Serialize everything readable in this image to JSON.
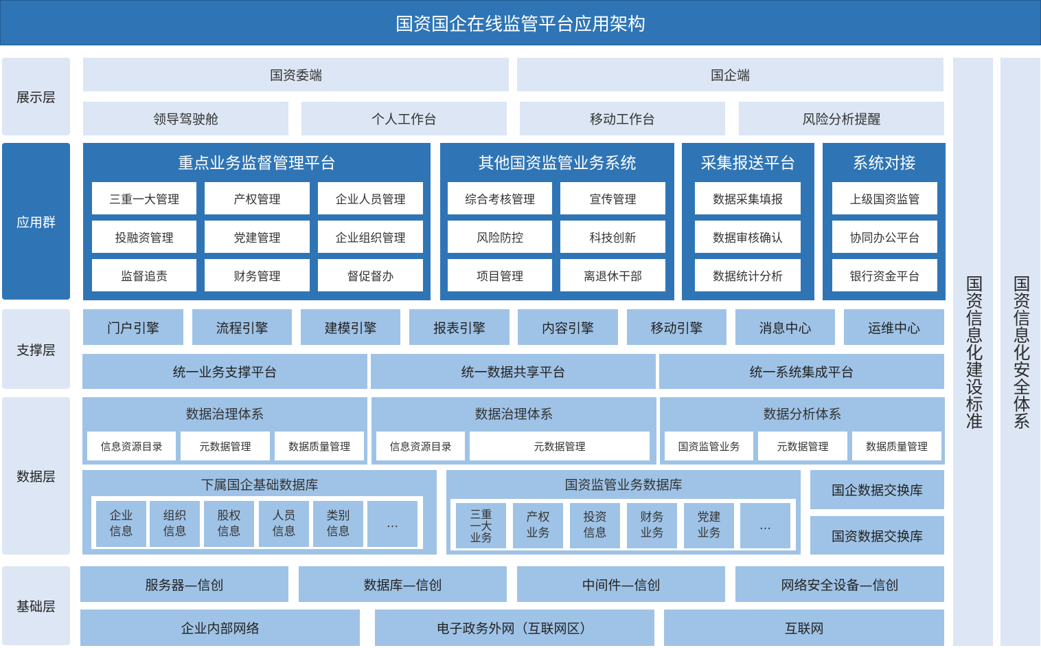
{
  "title": "国资国企在线监管平台应用架构",
  "layers": {
    "display": "展示层",
    "app": "应用群",
    "support": "支撑层",
    "data": "数据层",
    "base": "基础层"
  },
  "side": {
    "standard": "国资信息化建设标准",
    "security": "国资信息化安全体系"
  },
  "display": {
    "ends": [
      "国资委端",
      "国企端"
    ],
    "items": [
      "领导驾驶舱",
      "个人工作台",
      "移动工作台",
      "风险分析提醒"
    ]
  },
  "app": {
    "panels": [
      {
        "title": "重点业务监督管理平台",
        "items": [
          "三重一大管理",
          "产权管理",
          "企业人员管理",
          "投融资管理",
          "党建管理",
          "企业组织管理",
          "监督追责",
          "财务管理",
          "督促督办"
        ]
      },
      {
        "title": "其他国资监管业务系统",
        "items": [
          "综合考核管理",
          "宣传管理",
          "风险防控",
          "科技创新",
          "项目管理",
          "离退休干部"
        ]
      },
      {
        "title": "采集报送平台",
        "items": [
          "数据采集填报",
          "数据审核确认",
          "数据统计分析"
        ]
      },
      {
        "title": "系统对接",
        "items": [
          "上级国资监管",
          "协同办公平台",
          "银行资金平台"
        ]
      }
    ]
  },
  "support": {
    "engines": [
      "门户引擎",
      "流程引擎",
      "建模引擎",
      "报表引擎",
      "内容引擎",
      "移动引擎",
      "消息中心",
      "运维中心"
    ],
    "platforms": [
      "统一业务支撑平台",
      "统一数据共享平台",
      "统一系统集成平台"
    ]
  },
  "data": {
    "systems": [
      {
        "title": "数据治理体系",
        "items": [
          "信息资源目录",
          "元数据管理",
          "数据质量管理"
        ]
      },
      {
        "title": "数据治理体系",
        "items": [
          "信息资源目录",
          "元数据管理"
        ]
      },
      {
        "title": "数据分析体系",
        "items": [
          "国资监管业务",
          "元数据管理",
          "数据质量管理"
        ]
      }
    ],
    "db1": {
      "title": "下属国企基础数据库",
      "items": [
        "企业\n信息",
        "组织\n信息",
        "股权\n信息",
        "人员\n信息",
        "类别\n信息",
        "…"
      ]
    },
    "db2": {
      "title": "国资监管业务数据库",
      "items": [
        "三重\n一大\n业务",
        "产权\n业务",
        "投资\n信息",
        "财务\n业务",
        "党建\n业务",
        "…"
      ]
    },
    "exchange": [
      "国企数据交换库",
      "国资数据交换库"
    ]
  },
  "base": {
    "row1": [
      "服务器—信创",
      "数据库—信创",
      "中间件—信创",
      "网络安全设备—信创"
    ],
    "row2": [
      "企业内部网络",
      "电子政务外网（互联网区）",
      "互联网"
    ]
  }
}
